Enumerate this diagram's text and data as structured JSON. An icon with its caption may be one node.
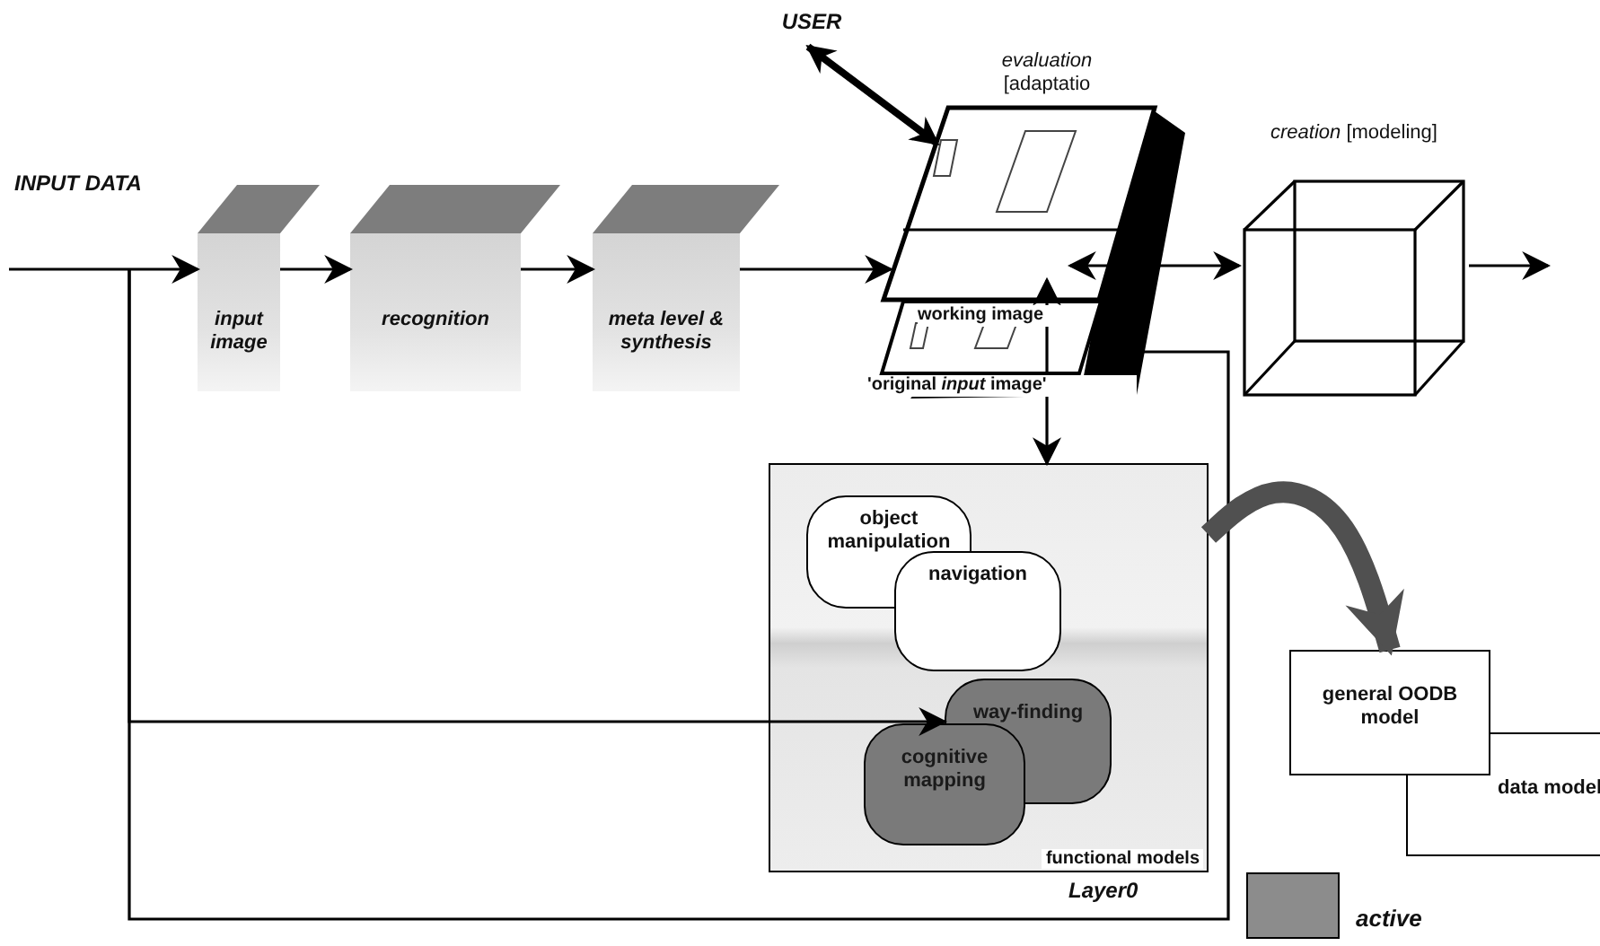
{
  "diagram": {
    "nodes": [
      {
        "text": [
          "input image"
        ]
      },
      {
        "text": [
          "recognition"
        ]
      },
      {
        "text": [
          "meta level & synthesis"
        ]
      },
      {
        "text": [
          "USER"
        ]
      },
      {
        "text": [
          "*evaluation* [adaptatio",
          "working image",
          "'original *input* image'"
        ]
      },
      {
        "text": [
          "*creation* [modeling]"
        ]
      },
      {
        "text": [
          "functional models"
        ]
      },
      {
        "text": [
          "object manipulation"
        ],
        "in": 6
      },
      {
        "text": [
          "navigation"
        ],
        "in": 6
      },
      {
        "text": [
          "way-finding"
        ],
        "in": 6
      },
      {
        "text": [
          "cognitive mapping"
        ],
        "in": 6
      },
      {
        "text": [
          "general OODB model"
        ]
      },
      {
        "text": [
          "data model"
        ]
      }
    ],
    "edges": [
      {
        "from": null,
        "to": 0,
        "arrow": "to",
        "label": "INPUT DATA"
      },
      {
        "from": 0,
        "to": 1,
        "arrow": "to"
      },
      {
        "from": 1,
        "to": 2,
        "arrow": "to"
      },
      {
        "from": 2,
        "to": 4,
        "arrow": "to"
      },
      {
        "from": 3,
        "to": 4,
        "arrow": "both",
        "style": "thick"
      },
      {
        "from": 4,
        "to": 5,
        "arrow": "both"
      },
      {
        "from": 5,
        "to": null,
        "arrow": "to"
      },
      {
        "from": 4,
        "to": 6,
        "arrow": "both"
      },
      {
        "from": null,
        "to": 9,
        "arrow": "to"
      },
      {
        "from": null,
        "to": 4,
        "arrow": "to"
      },
      {
        "from": 6,
        "to": 11,
        "arrow": "to",
        "style": "thick",
        "color": "#505050"
      }
    ],
    "labels": [
      "Layer0"
    ],
    "legend": [
      {
        "text": "active",
        "color": "#8c8c8c"
      }
    ]
  }
}
